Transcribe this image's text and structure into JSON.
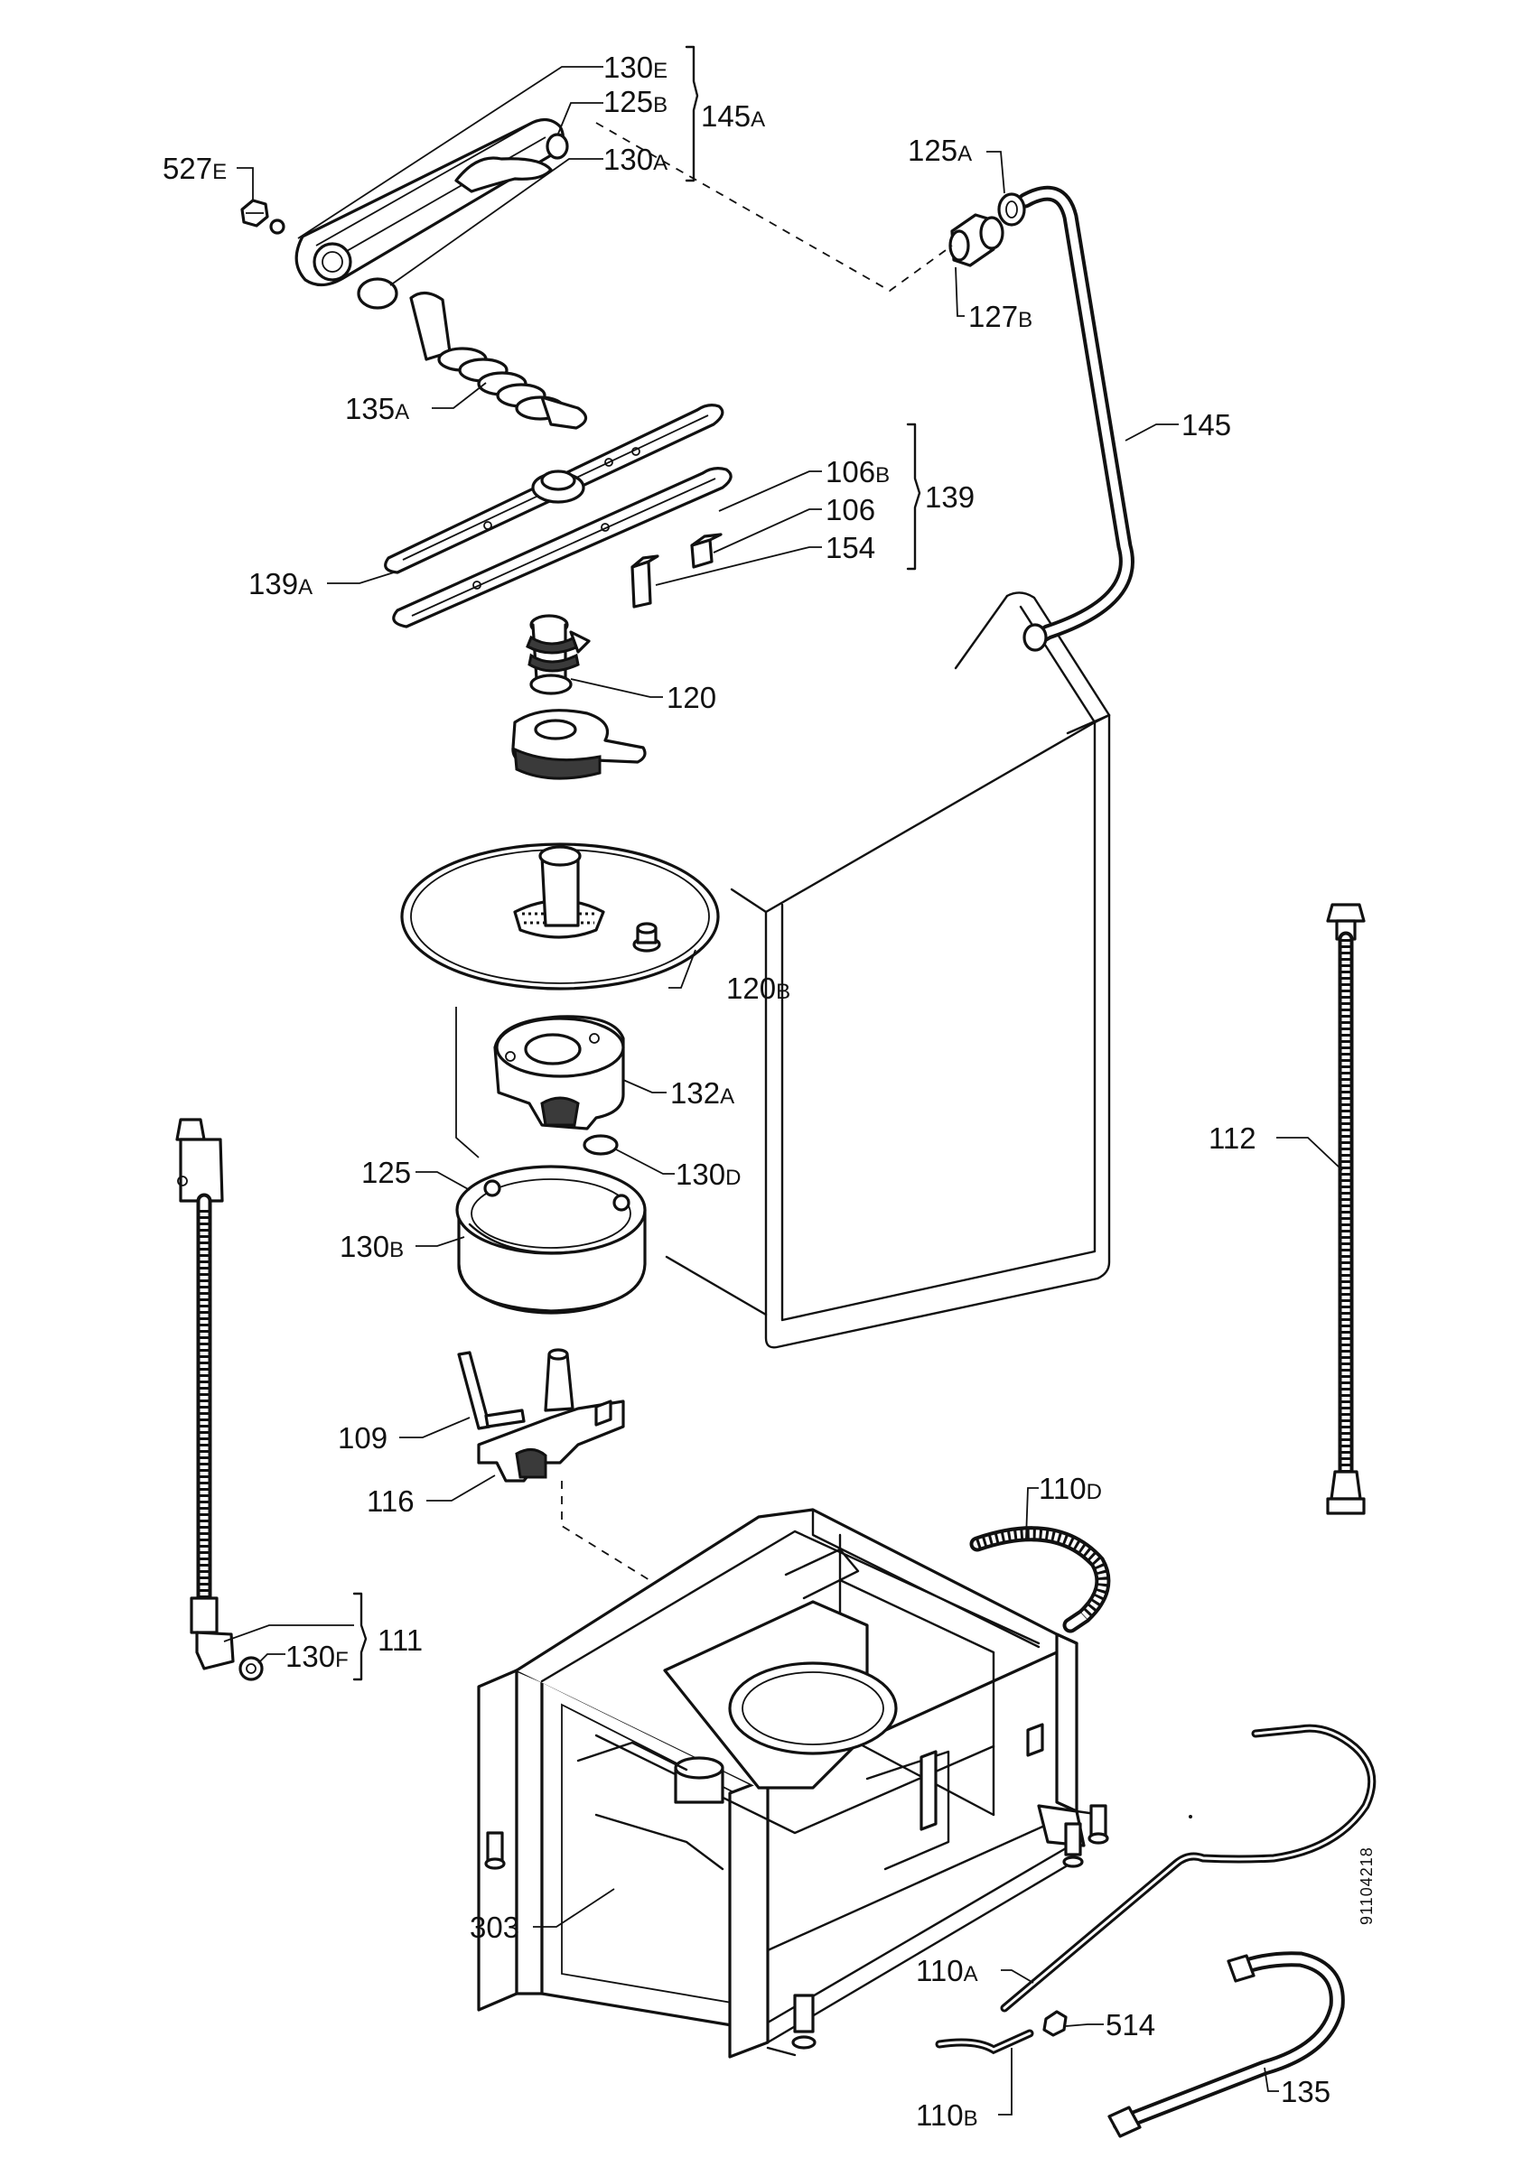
{
  "labels": {
    "l_130E": {
      "base": "130",
      "sfx": "E"
    },
    "l_125B": {
      "base": "125",
      "sfx": "B"
    },
    "l_145A": {
      "base": "145",
      "sfx": "A"
    },
    "l_130A": {
      "base": "130",
      "sfx": "A"
    },
    "l_527E": {
      "base": "527",
      "sfx": "E"
    },
    "l_125A": {
      "base": "125",
      "sfx": "A"
    },
    "l_127B": {
      "base": "127",
      "sfx": "B"
    },
    "l_135A": {
      "base": "135",
      "sfx": "A"
    },
    "l_145": {
      "base": "145",
      "sfx": ""
    },
    "l_106B": {
      "base": "106",
      "sfx": "B"
    },
    "l_139": {
      "base": "139",
      "sfx": ""
    },
    "l_106": {
      "base": "106",
      "sfx": ""
    },
    "l_139A": {
      "base": "139",
      "sfx": "A"
    },
    "l_154": {
      "base": "154",
      "sfx": ""
    },
    "l_120": {
      "base": "120",
      "sfx": ""
    },
    "l_120B": {
      "base": "120",
      "sfx": "B"
    },
    "l_132A": {
      "base": "132",
      "sfx": "A"
    },
    "l_112": {
      "base": "112",
      "sfx": ""
    },
    "l_125": {
      "base": "125",
      "sfx": ""
    },
    "l_130D": {
      "base": "130",
      "sfx": "D"
    },
    "l_130B": {
      "base": "130",
      "sfx": "B"
    },
    "l_109": {
      "base": "109",
      "sfx": ""
    },
    "l_116": {
      "base": "116",
      "sfx": ""
    },
    "l_110D": {
      "base": "110",
      "sfx": "D"
    },
    "l_111": {
      "base": "111",
      "sfx": ""
    },
    "l_130F": {
      "base": "130",
      "sfx": "F"
    },
    "l_303": {
      "base": "303",
      "sfx": ""
    },
    "l_110A": {
      "base": "110",
      "sfx": "A"
    },
    "l_514": {
      "base": "514",
      "sfx": ""
    },
    "l_110B": {
      "base": "110",
      "sfx": "B"
    },
    "l_135": {
      "base": "135",
      "sfx": ""
    }
  },
  "figure_number": "91104218"
}
